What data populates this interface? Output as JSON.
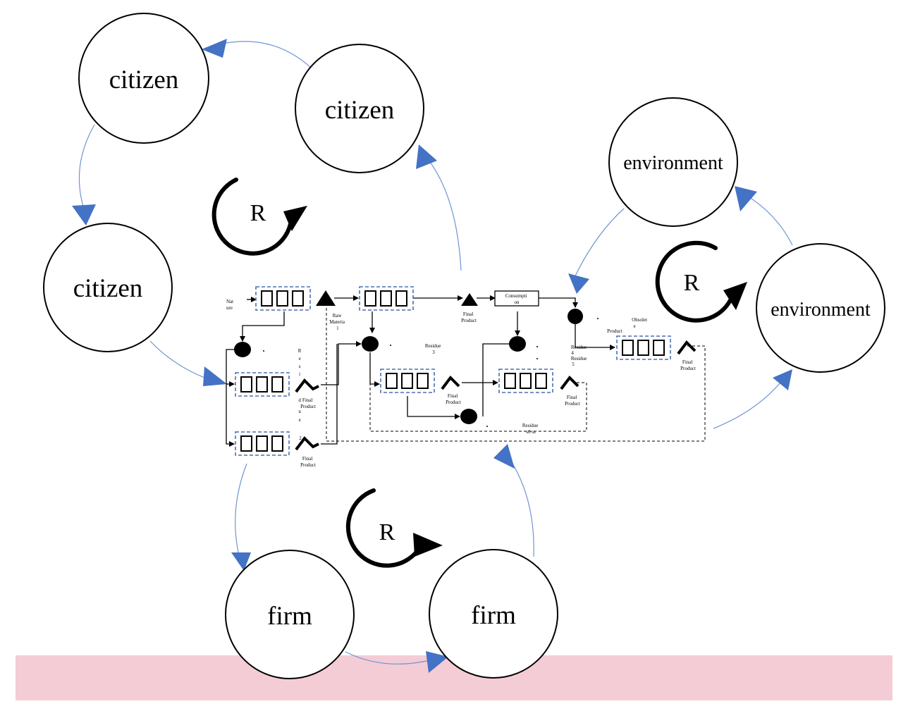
{
  "colors": {
    "arrow_blue": "#4472c4",
    "link_blue": "#6f94d4",
    "band_pink": "#f4ccd6",
    "queue_dash": "#4a6fb3"
  },
  "nodes": {
    "citizen_top_left": "citizen",
    "citizen_top_right": "citizen",
    "citizen_left": "citizen",
    "environment_top": "environment",
    "environment_right": "environment",
    "firm_left": "firm",
    "firm_right": "firm"
  },
  "loops": {
    "loop_citizen": "R",
    "loop_environment": "R",
    "loop_firm": "R"
  },
  "process_labels": {
    "nature": [
      "Nat",
      "ure"
    ],
    "raw_material": [
      "Raw",
      "Materia",
      "l"
    ],
    "final_product_top": [
      "Final",
      "Product"
    ],
    "consumption": [
      "Consumpti",
      "on"
    ],
    "residue3": [
      "Residue",
      "3"
    ],
    "residue_vertical": [
      "R",
      "e",
      "s",
      "i",
      "d",
      "u",
      "e",
      "2"
    ],
    "final_product_left_mid": [
      "Final",
      "Product"
    ],
    "final_product_left_bottom": [
      "Final",
      "Product"
    ],
    "final_product_center": [
      "Final",
      "Product"
    ],
    "final_product_right_mid": [
      "Final",
      "Product"
    ],
    "residue4_5": [
      "Residue",
      "4",
      "Residue",
      "5"
    ],
    "product": "Product",
    "obsolete": [
      "Obsolet",
      "e"
    ],
    "final_product_far_right": [
      "Final",
      "Product"
    ],
    "residue_bottom": [
      "Residue",
      "s6 ss"
    ]
  }
}
